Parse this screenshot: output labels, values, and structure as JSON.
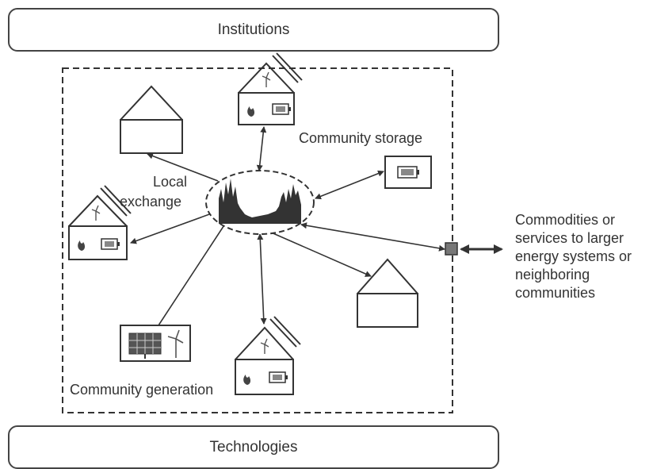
{
  "top_bar": {
    "label": "Institutions"
  },
  "bottom_bar": {
    "label": "Technologies"
  },
  "labels": {
    "local_exchange_line1": "Local",
    "local_exchange_line2": "exchange",
    "community_storage": "Community storage",
    "community_generation": "Community generation",
    "external_line1": "Commodities or",
    "external_line2": "services to larger",
    "external_line3": "energy systems or",
    "external_line4": "neighboring",
    "external_line5": "communities"
  }
}
